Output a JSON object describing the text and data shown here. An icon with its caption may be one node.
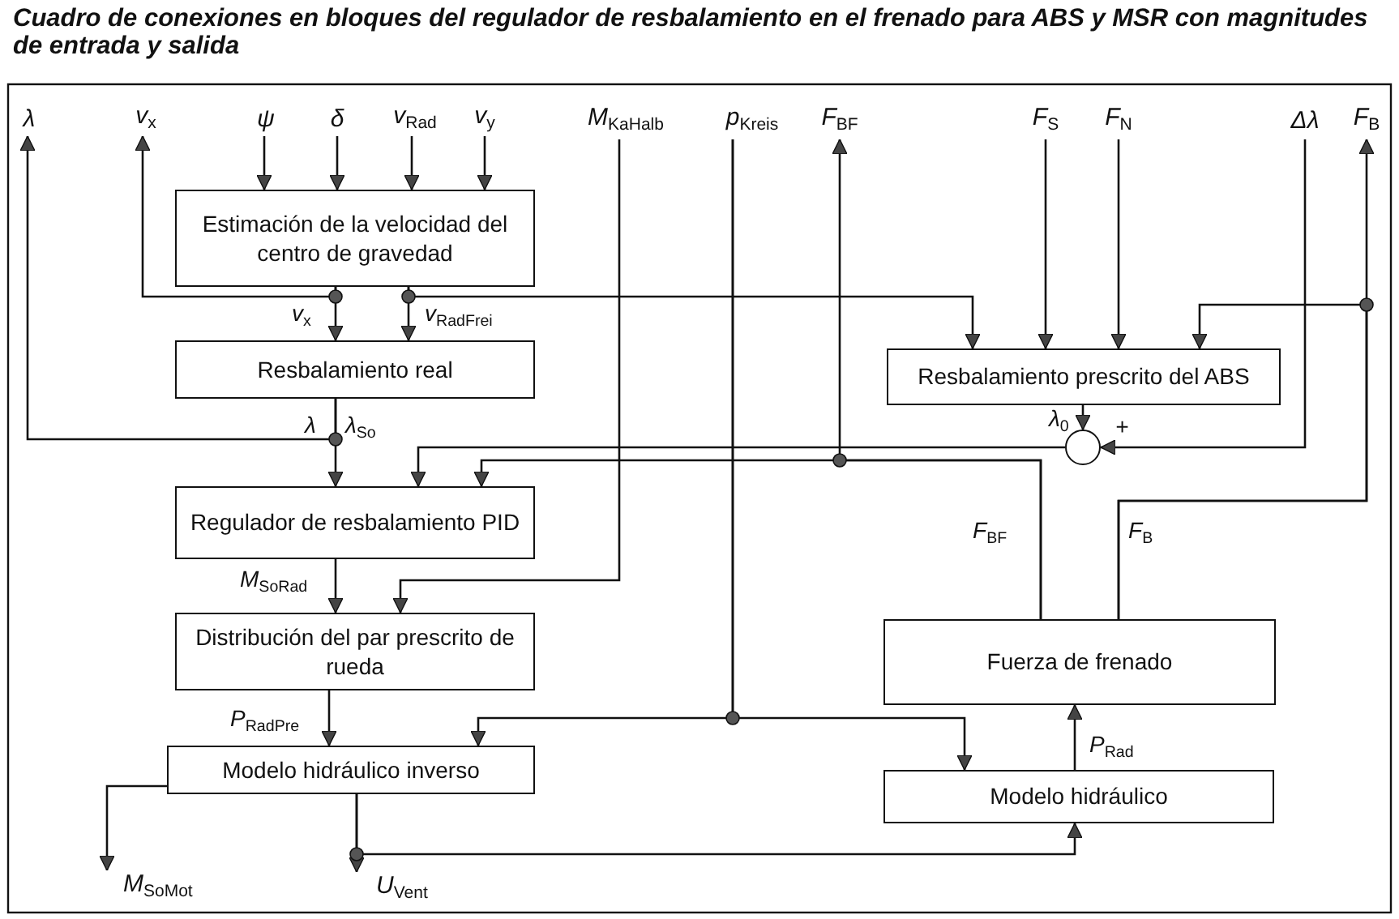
{
  "diagram": {
    "title": "Cuadro de conexiones en bloques del regulador de resbalamiento en el frenado para ABS y MSR con magnitudes de entrada y salida",
    "nodes": [
      {
        "text": [
          "λ"
        ]
      },
      {
        "text": [
          "v$_{x}$"
        ]
      },
      {
        "text": [
          "ψ"
        ]
      },
      {
        "text": [
          "δ"
        ]
      },
      {
        "text": [
          "v$_{Rad}$"
        ]
      },
      {
        "text": [
          "v$_{y}$"
        ]
      },
      {
        "text": [
          "M$_{KaHalb}$"
        ]
      },
      {
        "text": [
          "p$_{Kreis}$"
        ]
      },
      {
        "text": [
          "F$_{BF}$"
        ]
      },
      {
        "text": [
          "F$_{S}$"
        ]
      },
      {
        "text": [
          "F$_{N}$"
        ]
      },
      {
        "text": [
          "Δλ"
        ]
      },
      {
        "text": [
          "F$_{B}$"
        ]
      },
      {
        "text": [
          "Estimación de la velocidad del centro de gravedad"
        ]
      },
      {
        "text": [
          "Resbalamiento real"
        ]
      },
      {
        "text": [
          "Resbalamiento prescrito del ABS"
        ]
      },
      {
        "text": [],
        "shape": "circle"
      },
      {
        "text": [
          "Regulador de resbalamiento PID"
        ]
      },
      {
        "text": [
          "Distribución del par prescrito de rueda"
        ]
      },
      {
        "text": [
          "Modelo hidráulico inverso"
        ]
      },
      {
        "text": [
          "Fuerza de frenado"
        ]
      },
      {
        "text": [
          "Modelo hidráulico"
        ]
      },
      {
        "text": [
          "M$_{SoMot}$"
        ]
      },
      {
        "text": [
          "U$_{Vent}$"
        ]
      }
    ],
    "edges": [
      {
        "from": 2,
        "to": 13,
        "arrow": "to"
      },
      {
        "from": 3,
        "to": 13,
        "arrow": "to"
      },
      {
        "from": 4,
        "to": 13,
        "arrow": "to"
      },
      {
        "from": 5,
        "to": 13,
        "arrow": "to"
      },
      {
        "from": 13,
        "to": 1,
        "arrow": "to"
      },
      {
        "from": 13,
        "to": 14,
        "arrow": "to",
        "label": "v$_{x}$"
      },
      {
        "from": 13,
        "to": 14,
        "arrow": "to",
        "label": "v$_{RadFrei}$"
      },
      {
        "from": 13,
        "to": 15,
        "arrow": "to"
      },
      {
        "from": 9,
        "to": 15,
        "arrow": "to"
      },
      {
        "from": 10,
        "to": 15,
        "arrow": "to"
      },
      {
        "from": 20,
        "to": 12,
        "arrow": "to",
        "label": "F$_{B}$"
      },
      {
        "from": 20,
        "to": 15,
        "arrow": "to"
      },
      {
        "from": 15,
        "to": 16,
        "arrow": "to",
        "label": "λ$_{0}$"
      },
      {
        "from": 11,
        "to": 16,
        "arrow": "to",
        "label": "+"
      },
      {
        "from": 14,
        "to": 0,
        "arrow": "to",
        "label": "λ"
      },
      {
        "from": 14,
        "to": 17,
        "arrow": "to",
        "label": "λ$_{So}$"
      },
      {
        "from": 16,
        "to": 17,
        "arrow": "to"
      },
      {
        "from": 20,
        "to": 8,
        "arrow": "to",
        "label": "F$_{BF}$"
      },
      {
        "from": 20,
        "to": 17,
        "arrow": "to"
      },
      {
        "from": 6,
        "to": 18,
        "arrow": "to"
      },
      {
        "from": 17,
        "to": 18,
        "arrow": "to",
        "label": "M$_{SoRad}$"
      },
      {
        "from": 18,
        "to": 19,
        "arrow": "to",
        "label": "P$_{RadPre}$"
      },
      {
        "from": 7,
        "to": 19,
        "arrow": "to"
      },
      {
        "from": 7,
        "to": 21,
        "arrow": "to"
      },
      {
        "from": 21,
        "to": 20,
        "arrow": "to",
        "label": "P$_{Rad}$"
      },
      {
        "from": 19,
        "to": 22,
        "arrow": "to"
      },
      {
        "from": 19,
        "to": 23,
        "arrow": "to"
      },
      {
        "from": 19,
        "to": 21,
        "arrow": "to"
      }
    ]
  }
}
